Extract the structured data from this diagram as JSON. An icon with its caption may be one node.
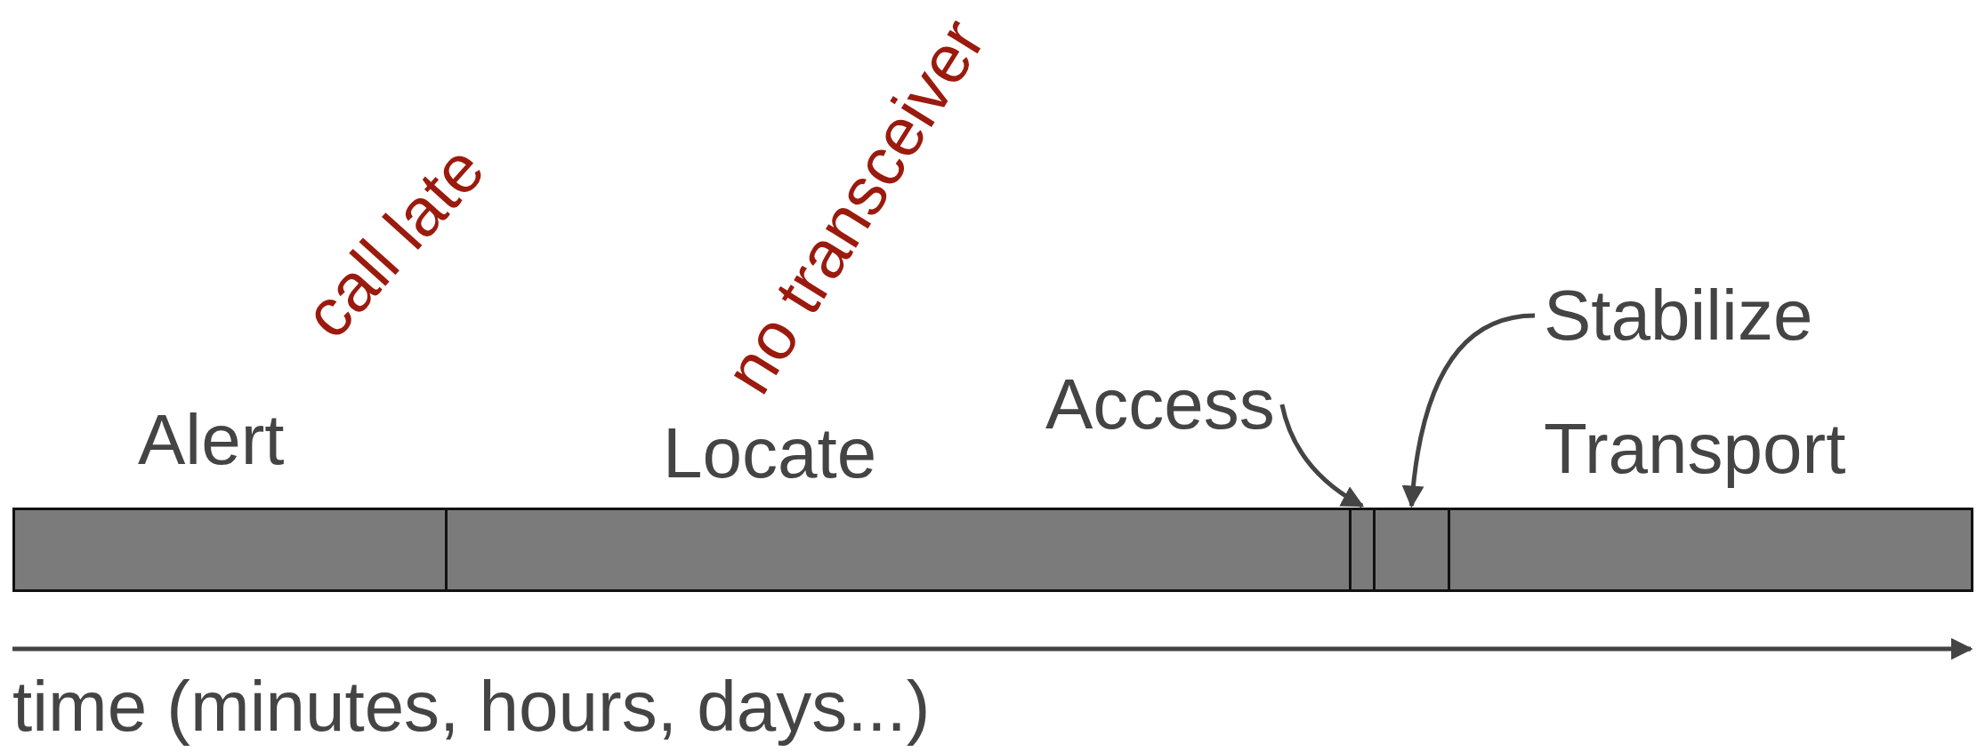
{
  "diagram": {
    "nodes": [
      {
        "text": [
          "Alert"
        ]
      },
      {
        "text": [
          "Locate"
        ]
      },
      {
        "text": [
          "Access"
        ]
      },
      {
        "text": [],
        "shape": "bar"
      },
      {
        "text": [
          "Stabilize"
        ]
      },
      {
        "text": [],
        "shape": "bar"
      },
      {
        "text": [
          "Transport"
        ]
      }
    ],
    "edges": [
      {
        "from": 2,
        "to": 3,
        "arrow": "to"
      },
      {
        "from": 4,
        "to": 5,
        "arrow": "to"
      }
    ],
    "labels": [
      "call late",
      "no transceiver",
      "time (minutes, hours, days...)"
    ]
  }
}
